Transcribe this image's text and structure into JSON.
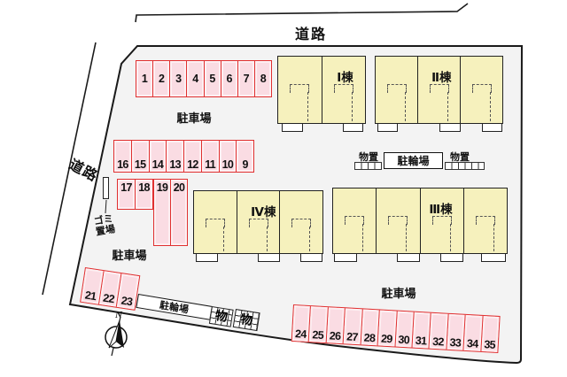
{
  "labels": {
    "road_top": "道路",
    "road_left": "道路",
    "parking_area_top": "駐車場",
    "parking_area_left": "駐車場",
    "parking_area_bottom": "駐車場",
    "bike_parking_middle": "駐輪場",
    "bike_parking_bottom": "駐輪場",
    "storage_middle_left": "物置",
    "storage_middle_right": "物置",
    "storage_shed": "物",
    "garbage_line1": "ゴミ",
    "garbage_line2": "置場",
    "compass_north": "N"
  },
  "buildings": [
    {
      "label": "Ⅰ棟",
      "units": 2
    },
    {
      "label": "Ⅱ棟",
      "units": 3
    },
    {
      "label": "Ⅳ棟",
      "units": 3
    },
    {
      "label": "Ⅲ棟",
      "units": 4
    }
  ],
  "parking": {
    "row_top": [
      1,
      2,
      3,
      4,
      5,
      6,
      7,
      8
    ],
    "row_middle": [
      16,
      15,
      14,
      13,
      12,
      11,
      10,
      9
    ],
    "row_17_18": [
      17,
      18
    ],
    "row_19_20": [
      19,
      20
    ],
    "row_21_23": [
      21,
      22,
      23
    ],
    "row_24_35": [
      24,
      25,
      26,
      27,
      28,
      29,
      30,
      31,
      32,
      33,
      34,
      35
    ]
  },
  "colors": {
    "site_fill": "#f3f3f3",
    "building_fill": "#f6f1bd",
    "parking_fill": "#fadce3",
    "parking_border": "#e03030",
    "outline": "#1a1a1a"
  }
}
